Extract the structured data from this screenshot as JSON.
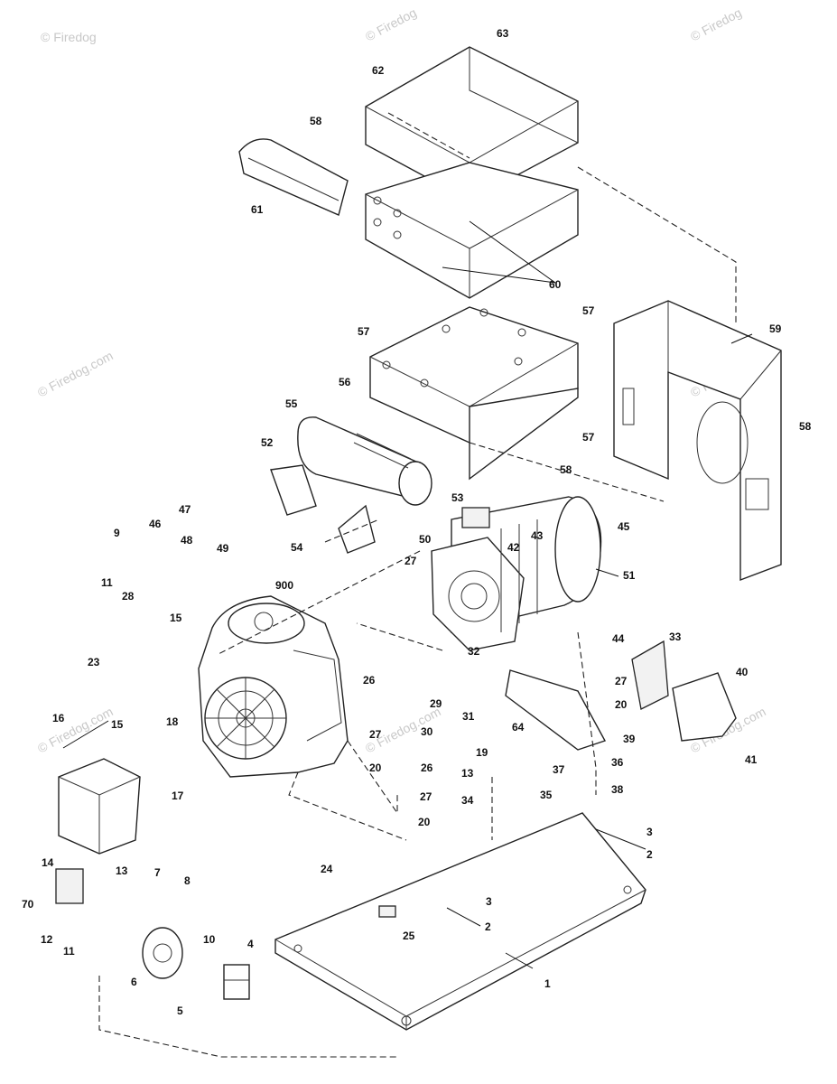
{
  "watermark": {
    "text": "© Firedog.com",
    "text_short": "© Firedog"
  },
  "callouts": {
    "c1": "1",
    "c2a": "2",
    "c2b": "2",
    "c3a": "3",
    "c3b": "3",
    "c4": "4",
    "c5": "5",
    "c6": "6",
    "c7": "7",
    "c8": "8",
    "c9": "9",
    "c10": "10",
    "c11a": "11",
    "c11b": "11",
    "c12": "12",
    "c13a": "13",
    "c13b": "13",
    "c14": "14",
    "c15a": "15",
    "c15b": "15",
    "c16": "16",
    "c17": "17",
    "c18": "18",
    "c19": "19",
    "c20a": "20",
    "c20b": "20",
    "c20c": "20",
    "c23": "23",
    "c24": "24",
    "c25": "25",
    "c26a": "26",
    "c26b": "26",
    "c27a": "27",
    "c27b": "27",
    "c27c": "27",
    "c27d": "27",
    "c28": "28",
    "c29": "29",
    "c30": "30",
    "c31": "31",
    "c32": "32",
    "c33": "33",
    "c34": "34",
    "c35": "35",
    "c36": "36",
    "c37": "37",
    "c38": "38",
    "c39": "39",
    "c40": "40",
    "c41": "41",
    "c42": "42",
    "c43": "43",
    "c44": "44",
    "c45": "45",
    "c46": "46",
    "c47": "47",
    "c48": "48",
    "c49": "49",
    "c50": "50",
    "c51": "51",
    "c52": "52",
    "c53": "53",
    "c54": "54",
    "c55": "55",
    "c56": "56",
    "c57a": "57",
    "c57b": "57",
    "c57c": "57",
    "c58a": "58",
    "c58b": "58",
    "c58c": "58",
    "c59": "59",
    "c60": "60",
    "c61": "61",
    "c62": "62",
    "c63": "63",
    "c64": "64",
    "c70": "70",
    "c900": "900"
  }
}
